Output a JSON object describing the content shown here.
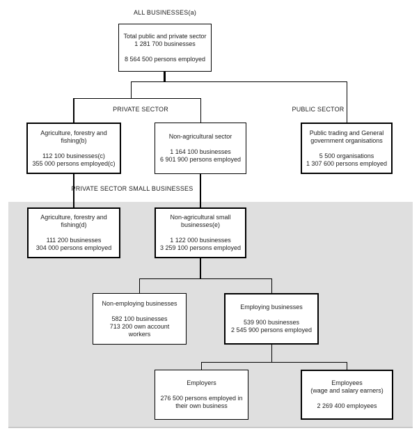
{
  "title": "ALL BUSINESSES(a)",
  "section_labels": {
    "private_sector": "PRIVATE SECTOR",
    "public_sector": "PUBLIC SECTOR",
    "small_businesses": "PRIVATE SECTOR SMALL BUSINESSES"
  },
  "colors": {
    "background": "#ffffff",
    "shade_region": "#dfdfdf",
    "line": "#000000",
    "text": "#1c1c1c"
  },
  "nodes": {
    "total": {
      "lines": [
        "Total public and private sector",
        "1 281 700 businesses",
        "",
        "8 564 500 persons employed"
      ]
    },
    "agriculture": {
      "lines": [
        "Agriculture, forestry and",
        "fishing(b)",
        "",
        "112 100 businesses(c)",
        "355 000 persons employed(c)"
      ]
    },
    "non_agricultural": {
      "lines": [
        "Non-agricultural sector",
        "",
        "1 164 100 businesses",
        "6 901 900 persons employed"
      ]
    },
    "public_trading": {
      "lines": [
        "Public trading and General",
        "government organisations",
        "",
        "5 500 organisations",
        "1 307 600 persons employed"
      ]
    },
    "agriculture_small": {
      "lines": [
        "Agriculture, forestry and",
        "fishing(d)",
        "",
        "111 200 businesses",
        "304 000 persons employed"
      ]
    },
    "non_agricultural_small": {
      "lines": [
        "Non-agricultural small",
        "businesses(e)",
        "",
        "1 122 000 businesses",
        "3 259 100 persons employed"
      ]
    },
    "non_employing": {
      "lines": [
        "Non-employing businesses",
        "",
        "582 100 businesses",
        "713 200 own account",
        "workers"
      ]
    },
    "employing": {
      "lines": [
        "Employing businesses",
        "",
        "539 900 businesses",
        "2 545 900 persons employed"
      ]
    },
    "employers": {
      "lines": [
        "Employers",
        "",
        "276 500 persons employed in",
        "their own business"
      ]
    },
    "employees": {
      "lines": [
        "Employees",
        "(wage and salary earners)",
        "",
        "2 269 400 employees"
      ]
    }
  }
}
